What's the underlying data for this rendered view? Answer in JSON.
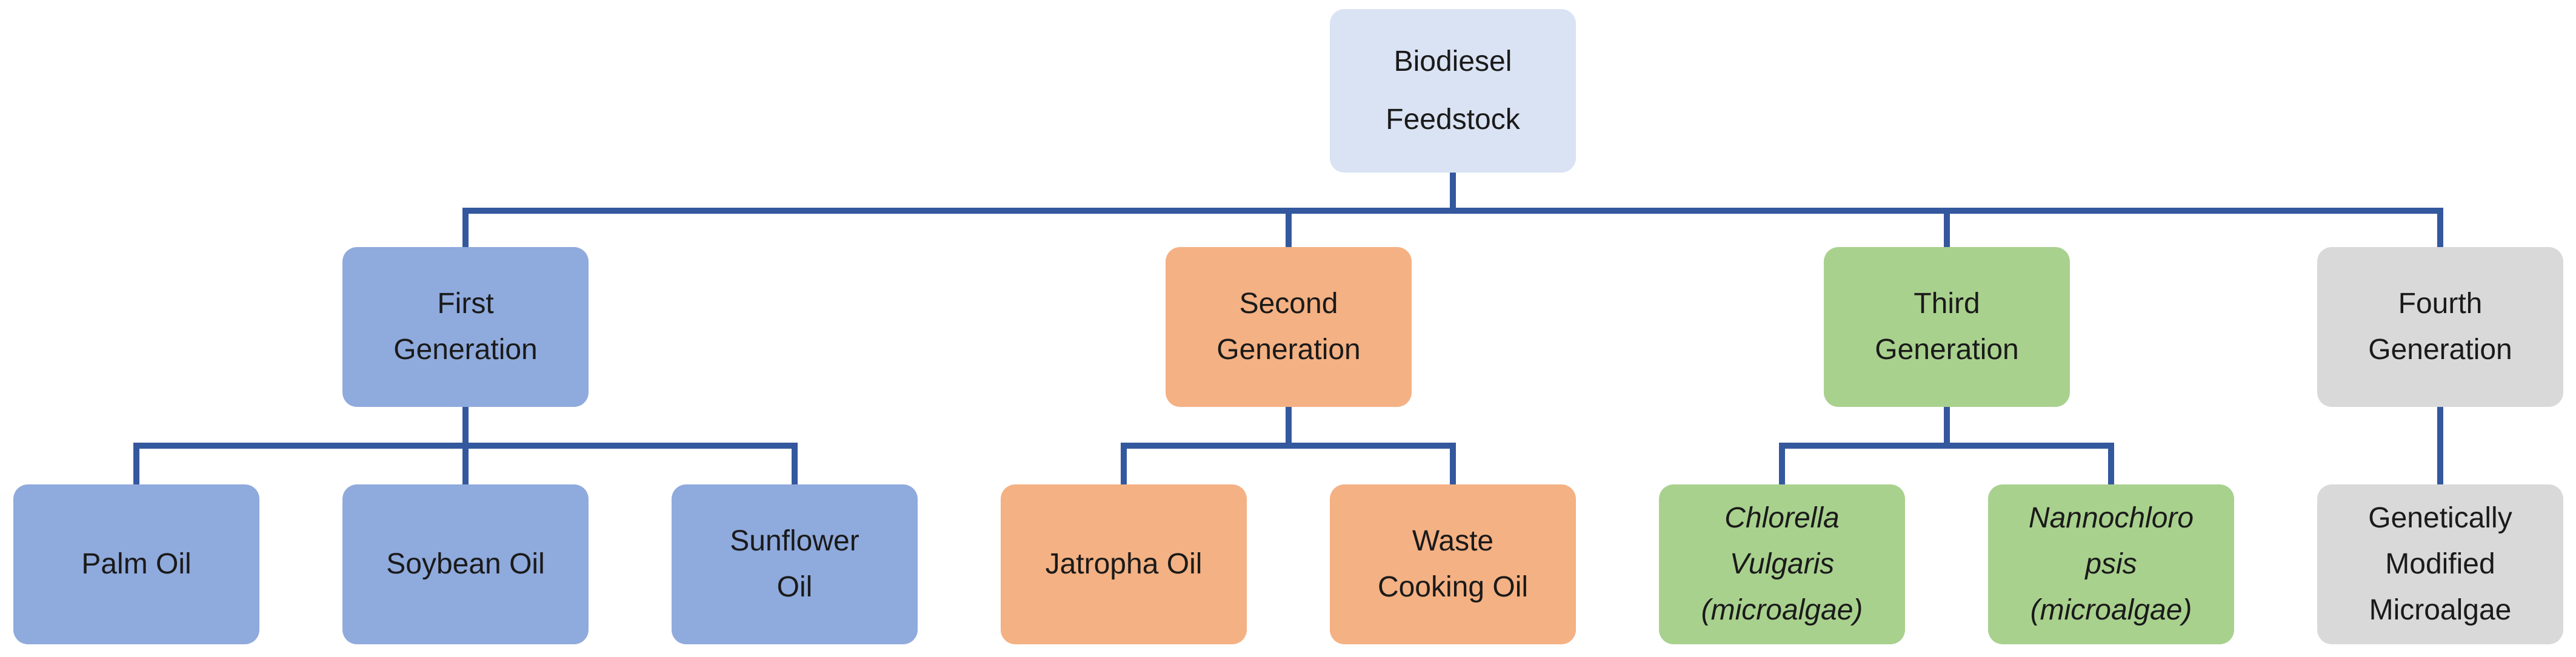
{
  "diagram": {
    "background": "#ffffff",
    "connector_color": "#34589e",
    "text_color": "#1a1a1a",
    "root": {
      "label": "Biodiesel\nFeedstock",
      "fill": "#dae3f3"
    },
    "generations": [
      {
        "label": "First\nGeneration",
        "fill": "#8faadc",
        "children": [
          {
            "label": "Palm Oil"
          },
          {
            "label": "Soybean Oil"
          },
          {
            "label": "Sunflower\nOil"
          }
        ]
      },
      {
        "label": "Second\nGeneration",
        "fill": "#f4b183",
        "children": [
          {
            "label": "Jatropha Oil"
          },
          {
            "label": "Waste\nCooking Oil"
          }
        ]
      },
      {
        "label": "Third\nGeneration",
        "fill": "#a9d18e",
        "children": [
          {
            "label": "Chlorella\nVulgaris\n(microalgae)",
            "italic": true
          },
          {
            "label": "Nannochloro\npsis\n(microalgae)",
            "italic": true
          }
        ]
      },
      {
        "label": "Fourth\nGeneration",
        "fill": "#d9d9d9",
        "children": [
          {
            "label": "Genetically\nModified\nMicroalgae"
          }
        ]
      }
    ]
  }
}
